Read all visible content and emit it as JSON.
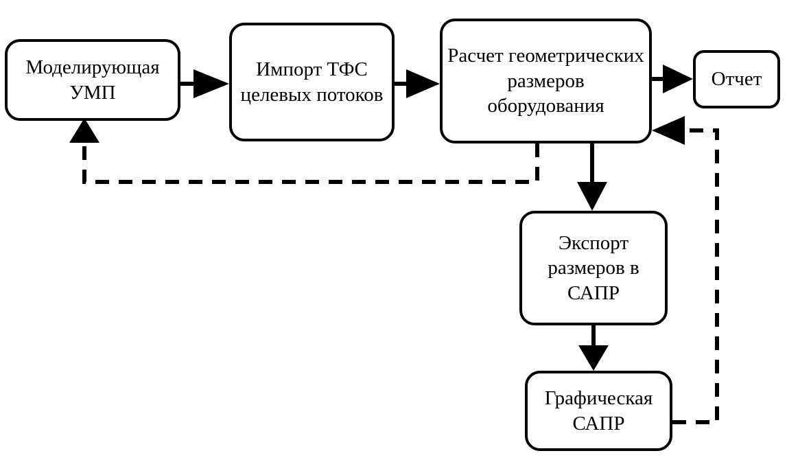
{
  "diagram": {
    "type": "flowchart",
    "title": "",
    "colors": {
      "stroke": "#000000",
      "fill": "#ffffff",
      "background": "#ffffff"
    },
    "nodes": [
      {
        "id": "model",
        "label": "Моделирующая УМП",
        "shape": "rounded-rectangle"
      },
      {
        "id": "import",
        "label": "Импорт ТФС целевых потоков",
        "shape": "rounded-rectangle"
      },
      {
        "id": "calc",
        "label": "Расчет геометрических размеров оборудования",
        "shape": "rounded-rectangle"
      },
      {
        "id": "report",
        "label": "Отчет",
        "shape": "rounded-rectangle"
      },
      {
        "id": "export",
        "label": "Экспорт размеров в САПР",
        "shape": "rounded-rectangle"
      },
      {
        "id": "cad",
        "label": "Графическая САПР",
        "shape": "rounded-rectangle"
      }
    ],
    "edges": [
      {
        "from": "model",
        "to": "import",
        "style": "solid",
        "arrow": "filled-triangle",
        "direction": "right"
      },
      {
        "from": "import",
        "to": "calc",
        "style": "solid",
        "arrow": "filled-triangle",
        "direction": "right"
      },
      {
        "from": "calc",
        "to": "report",
        "style": "solid",
        "arrow": "filled-triangle",
        "direction": "right"
      },
      {
        "from": "calc",
        "to": "export",
        "style": "solid",
        "arrow": "filled-triangle",
        "direction": "down"
      },
      {
        "from": "export",
        "to": "cad",
        "style": "solid",
        "arrow": "filled-triangle",
        "direction": "down"
      },
      {
        "from": "calc",
        "to": "model",
        "style": "dashed",
        "arrow": "filled-triangle",
        "direction": "up-left-feedback"
      },
      {
        "from": "cad",
        "to": "calc",
        "style": "dashed",
        "arrow": "filled-triangle",
        "direction": "up-right-feedback"
      }
    ]
  }
}
